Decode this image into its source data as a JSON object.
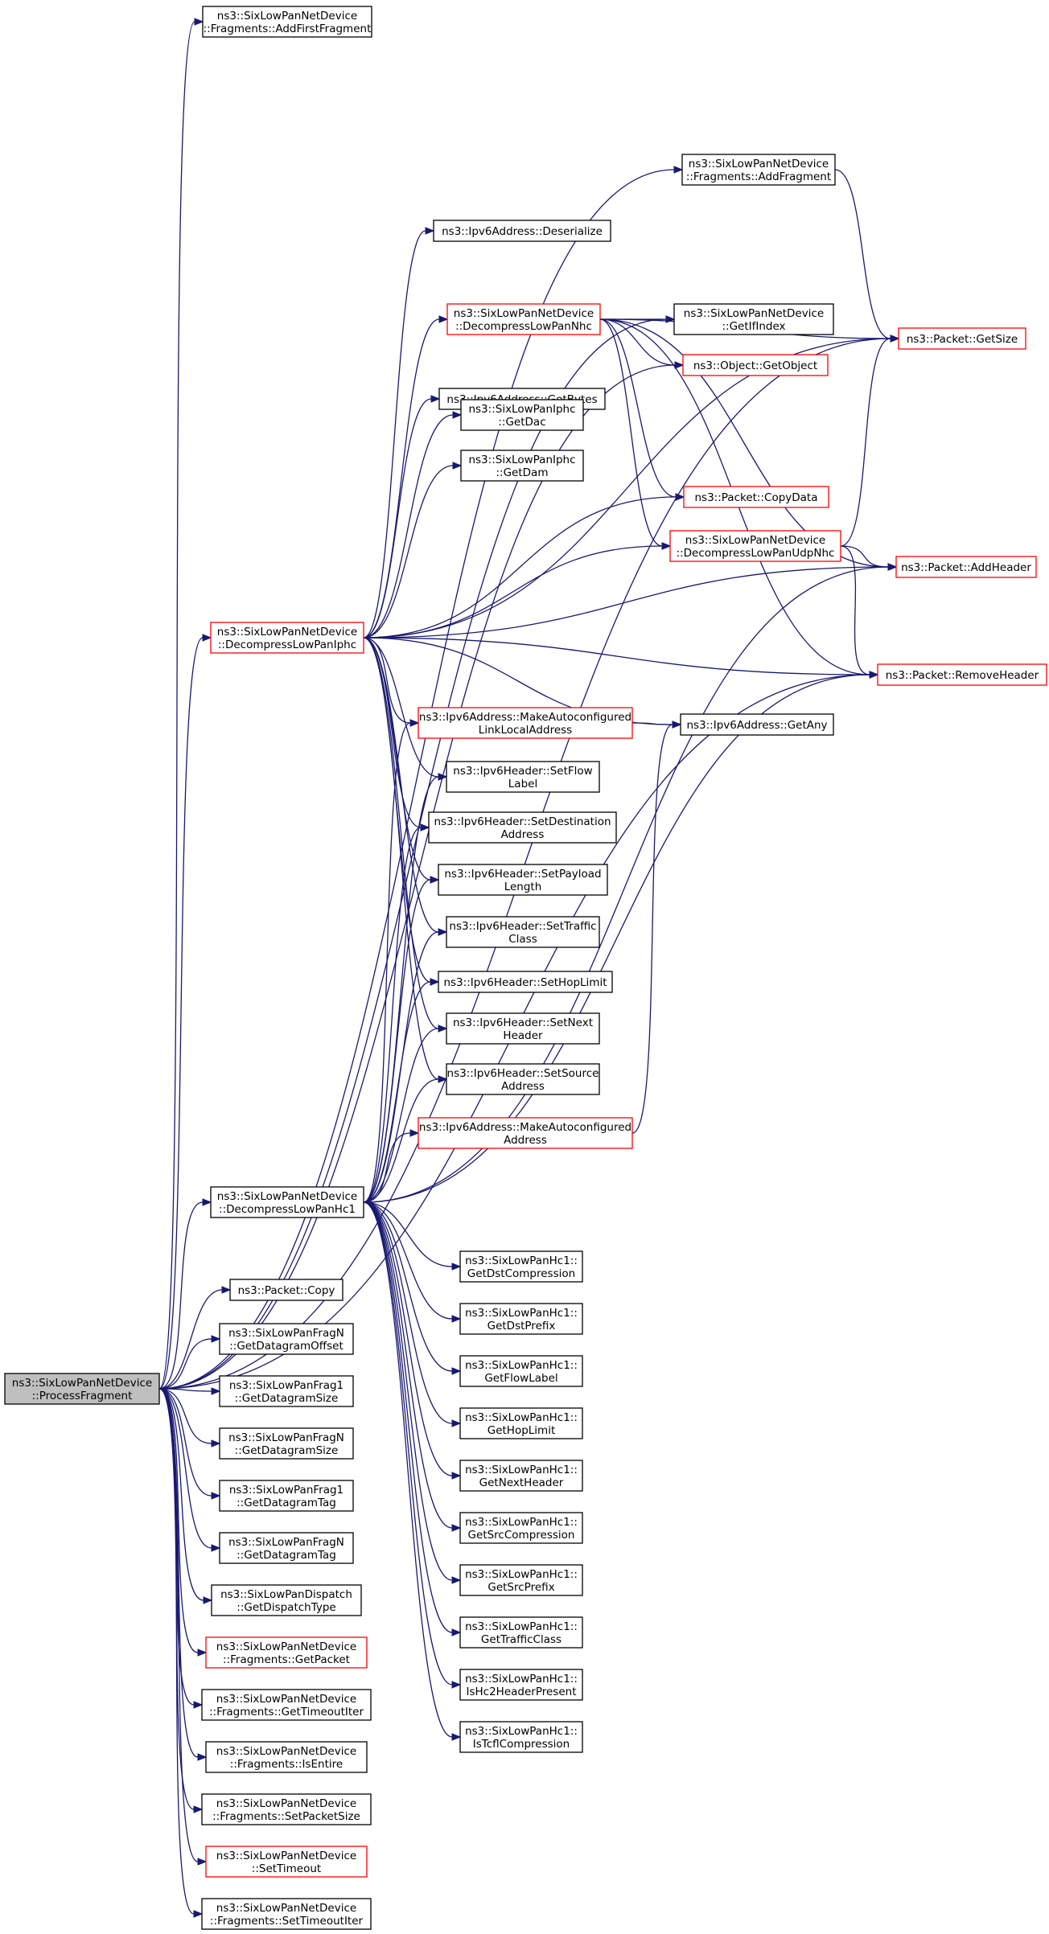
{
  "graph": {
    "title": "",
    "edge_color": "#191970",
    "node_border_default": "#000000",
    "node_border_red": "#ff0000",
    "root_fill": "#bfbfbf",
    "nodes": [
      {
        "id": "root",
        "lines": [
          "ns3::SixLowPanNetDevice",
          "::ProcessFragment"
        ],
        "style": "root"
      },
      {
        "id": "addFirstFragment",
        "lines": [
          "ns3::SixLowPanNetDevice",
          "::Fragments::AddFirstFragment"
        ],
        "style": "black"
      },
      {
        "id": "addFragment",
        "lines": [
          "ns3::SixLowPanNetDevice",
          "::Fragments::AddFragment"
        ],
        "style": "black"
      },
      {
        "id": "getSize",
        "lines": [
          "ns3::Packet::GetSize"
        ],
        "style": "red"
      },
      {
        "id": "deserialize",
        "lines": [
          "ns3::Ipv6Address::Deserialize"
        ],
        "style": "black"
      },
      {
        "id": "decompressNhc",
        "lines": [
          "ns3::SixLowPanNetDevice",
          "::DecompressLowPanNhc"
        ],
        "style": "red"
      },
      {
        "id": "getIfIndex",
        "lines": [
          "ns3::SixLowPanNetDevice",
          "::GetIfIndex"
        ],
        "style": "black"
      },
      {
        "id": "getObject",
        "lines": [
          "ns3::Object::GetObject"
        ],
        "style": "red"
      },
      {
        "id": "getBytes",
        "lines": [
          "ns3::Ipv6Address::GetBytes"
        ],
        "style": "black"
      },
      {
        "id": "getDac",
        "lines": [
          "ns3::SixLowPanIphc",
          "::GetDac"
        ],
        "style": "black"
      },
      {
        "id": "getDam",
        "lines": [
          "ns3::SixLowPanIphc",
          "::GetDam"
        ],
        "style": "black"
      },
      {
        "id": "copyData",
        "lines": [
          "ns3::Packet::CopyData"
        ],
        "style": "red"
      },
      {
        "id": "decompressUdpNhc",
        "lines": [
          "ns3::SixLowPanNetDevice",
          "::DecompressLowPanUdpNhc"
        ],
        "style": "red"
      },
      {
        "id": "addHeader",
        "lines": [
          "ns3::Packet::AddHeader"
        ],
        "style": "red"
      },
      {
        "id": "decompressIphc",
        "lines": [
          "ns3::SixLowPanNetDevice",
          "::DecompressLowPanIphc"
        ],
        "style": "red"
      },
      {
        "id": "removeHeader",
        "lines": [
          "ns3::Packet::RemoveHeader"
        ],
        "style": "red"
      },
      {
        "id": "makeAutoLinkLocal",
        "lines": [
          "ns3::Ipv6Address::MakeAutoconfigured",
          "LinkLocalAddress"
        ],
        "style": "red"
      },
      {
        "id": "getAny",
        "lines": [
          "ns3::Ipv6Address::GetAny"
        ],
        "style": "black"
      },
      {
        "id": "setFlowLabel",
        "lines": [
          "ns3::Ipv6Header::SetFlow",
          "Label"
        ],
        "style": "black"
      },
      {
        "id": "setDestination",
        "lines": [
          "ns3::Ipv6Header::SetDestination",
          "Address"
        ],
        "style": "black"
      },
      {
        "id": "setPayloadLength",
        "lines": [
          "ns3::Ipv6Header::SetPayload",
          "Length"
        ],
        "style": "black"
      },
      {
        "id": "setTrafficClass",
        "lines": [
          "ns3::Ipv6Header::SetTraffic",
          "Class"
        ],
        "style": "black"
      },
      {
        "id": "setHopLimit",
        "lines": [
          "ns3::Ipv6Header::SetHopLimit"
        ],
        "style": "black"
      },
      {
        "id": "setNextHeader",
        "lines": [
          "ns3::Ipv6Header::SetNext",
          "Header"
        ],
        "style": "black"
      },
      {
        "id": "setSource",
        "lines": [
          "ns3::Ipv6Header::SetSource",
          "Address"
        ],
        "style": "black"
      },
      {
        "id": "makeAuto",
        "lines": [
          "ns3::Ipv6Address::MakeAutoconfigured",
          "Address"
        ],
        "style": "red"
      },
      {
        "id": "decompressHc1",
        "lines": [
          "ns3::SixLowPanNetDevice",
          "::DecompressLowPanHc1"
        ],
        "style": "black"
      },
      {
        "id": "packetCopy",
        "lines": [
          "ns3::Packet::Copy"
        ],
        "style": "black"
      },
      {
        "id": "hc1GetDstCompression",
        "lines": [
          "ns3::SixLowPanHc1::",
          "GetDstCompression"
        ],
        "style": "black"
      },
      {
        "id": "fragNGetOffset",
        "lines": [
          "ns3::SixLowPanFragN",
          "::GetDatagramOffset"
        ],
        "style": "black"
      },
      {
        "id": "hc1GetDstPrefix",
        "lines": [
          "ns3::SixLowPanHc1::",
          "GetDstPrefix"
        ],
        "style": "black"
      },
      {
        "id": "frag1GetSize",
        "lines": [
          "ns3::SixLowPanFrag1",
          "::GetDatagramSize"
        ],
        "style": "black"
      },
      {
        "id": "hc1GetFlowLabel",
        "lines": [
          "ns3::SixLowPanHc1::",
          "GetFlowLabel"
        ],
        "style": "black"
      },
      {
        "id": "fragNGetSize",
        "lines": [
          "ns3::SixLowPanFragN",
          "::GetDatagramSize"
        ],
        "style": "black"
      },
      {
        "id": "hc1GetHopLimit",
        "lines": [
          "ns3::SixLowPanHc1::",
          "GetHopLimit"
        ],
        "style": "black"
      },
      {
        "id": "frag1GetTag",
        "lines": [
          "ns3::SixLowPanFrag1",
          "::GetDatagramTag"
        ],
        "style": "black"
      },
      {
        "id": "hc1GetNextHeader",
        "lines": [
          "ns3::SixLowPanHc1::",
          "GetNextHeader"
        ],
        "style": "black"
      },
      {
        "id": "fragNGetTag",
        "lines": [
          "ns3::SixLowPanFragN",
          "::GetDatagramTag"
        ],
        "style": "black"
      },
      {
        "id": "hc1GetSrcCompression",
        "lines": [
          "ns3::SixLowPanHc1::",
          "GetSrcCompression"
        ],
        "style": "black"
      },
      {
        "id": "getDispatchType",
        "lines": [
          "ns3::SixLowPanDispatch",
          "::GetDispatchType"
        ],
        "style": "black"
      },
      {
        "id": "hc1GetSrcPrefix",
        "lines": [
          "ns3::SixLowPanHc1::",
          "GetSrcPrefix"
        ],
        "style": "black"
      },
      {
        "id": "fragGetPacket",
        "lines": [
          "ns3::SixLowPanNetDevice",
          "::Fragments::GetPacket"
        ],
        "style": "red"
      },
      {
        "id": "hc1GetTrafficClass",
        "lines": [
          "ns3::SixLowPanHc1::",
          "GetTrafficClass"
        ],
        "style": "black"
      },
      {
        "id": "fragGetTimeoutIter",
        "lines": [
          "ns3::SixLowPanNetDevice",
          "::Fragments::GetTimeoutIter"
        ],
        "style": "black"
      },
      {
        "id": "hc1IsHc2",
        "lines": [
          "ns3::SixLowPanHc1::",
          "IsHc2HeaderPresent"
        ],
        "style": "black"
      },
      {
        "id": "fragIsEntire",
        "lines": [
          "ns3::SixLowPanNetDevice",
          "::Fragments::IsEntire"
        ],
        "style": "black"
      },
      {
        "id": "hc1IsTcfl",
        "lines": [
          "ns3::SixLowPanHc1::",
          "IsTcflCompression"
        ],
        "style": "black"
      },
      {
        "id": "fragSetPacketSize",
        "lines": [
          "ns3::SixLowPanNetDevice",
          "::Fragments::SetPacketSize"
        ],
        "style": "black"
      },
      {
        "id": "setTimeout",
        "lines": [
          "ns3::SixLowPanNetDevice",
          "::SetTimeout"
        ],
        "style": "red"
      },
      {
        "id": "fragSetTimeoutIter",
        "lines": [
          "ns3::SixLowPanNetDevice",
          "::Fragments::SetTimeoutIter"
        ],
        "style": "black"
      }
    ],
    "edges": [
      [
        "root",
        "addFirstFragment"
      ],
      [
        "root",
        "getSize"
      ],
      [
        "root",
        "addFragment"
      ],
      [
        "root",
        "getIfIndex"
      ],
      [
        "root",
        "getObject"
      ],
      [
        "root",
        "decompressIphc"
      ],
      [
        "root",
        "decompressHc1"
      ],
      [
        "root",
        "packetCopy"
      ],
      [
        "root",
        "fragNGetOffset"
      ],
      [
        "root",
        "frag1GetSize"
      ],
      [
        "root",
        "fragNGetSize"
      ],
      [
        "root",
        "frag1GetTag"
      ],
      [
        "root",
        "fragNGetTag"
      ],
      [
        "root",
        "getDispatchType"
      ],
      [
        "root",
        "fragGetPacket"
      ],
      [
        "root",
        "fragGetTimeoutIter"
      ],
      [
        "root",
        "fragIsEntire"
      ],
      [
        "root",
        "fragSetPacketSize"
      ],
      [
        "root",
        "setTimeout"
      ],
      [
        "root",
        "fragSetTimeoutIter"
      ],
      [
        "root",
        "removeHeader"
      ],
      [
        "addFragment",
        "getSize"
      ],
      [
        "decompressNhc",
        "getIfIndex"
      ],
      [
        "decompressNhc",
        "getObject"
      ],
      [
        "decompressNhc",
        "getSize"
      ],
      [
        "decompressNhc",
        "copyData"
      ],
      [
        "decompressNhc",
        "decompressUdpNhc"
      ],
      [
        "decompressNhc",
        "addHeader"
      ],
      [
        "decompressNhc",
        "removeHeader"
      ],
      [
        "decompressUdpNhc",
        "getSize"
      ],
      [
        "decompressUdpNhc",
        "addHeader"
      ],
      [
        "decompressUdpNhc",
        "removeHeader"
      ],
      [
        "decompressIphc",
        "deserialize"
      ],
      [
        "decompressIphc",
        "decompressNhc"
      ],
      [
        "decompressIphc",
        "getSize"
      ],
      [
        "decompressIphc",
        "getBytes"
      ],
      [
        "decompressIphc",
        "getDac"
      ],
      [
        "decompressIphc",
        "getDam"
      ],
      [
        "decompressIphc",
        "copyData"
      ],
      [
        "decompressIphc",
        "decompressUdpNhc"
      ],
      [
        "decompressIphc",
        "addHeader"
      ],
      [
        "decompressIphc",
        "removeHeader"
      ],
      [
        "decompressIphc",
        "getAny"
      ],
      [
        "decompressIphc",
        "makeAutoLinkLocal"
      ],
      [
        "decompressIphc",
        "setFlowLabel"
      ],
      [
        "decompressIphc",
        "setDestination"
      ],
      [
        "decompressIphc",
        "setPayloadLength"
      ],
      [
        "decompressIphc",
        "setTrafficClass"
      ],
      [
        "decompressIphc",
        "setHopLimit"
      ],
      [
        "decompressIphc",
        "setNextHeader"
      ],
      [
        "decompressIphc",
        "setSource"
      ],
      [
        "makeAutoLinkLocal",
        "getAny"
      ],
      [
        "makeAuto",
        "getAny"
      ],
      [
        "decompressHc1",
        "makeAutoLinkLocal"
      ],
      [
        "decompressHc1",
        "setFlowLabel"
      ],
      [
        "decompressHc1",
        "setDestination"
      ],
      [
        "decompressHc1",
        "setPayloadLength"
      ],
      [
        "decompressHc1",
        "setTrafficClass"
      ],
      [
        "decompressHc1",
        "setHopLimit"
      ],
      [
        "decompressHc1",
        "setNextHeader"
      ],
      [
        "decompressHc1",
        "setSource"
      ],
      [
        "decompressHc1",
        "makeAuto"
      ],
      [
        "decompressHc1",
        "addHeader"
      ],
      [
        "decompressHc1",
        "removeHeader"
      ],
      [
        "decompressHc1",
        "hc1GetDstCompression"
      ],
      [
        "decompressHc1",
        "hc1GetDstPrefix"
      ],
      [
        "decompressHc1",
        "hc1GetFlowLabel"
      ],
      [
        "decompressHc1",
        "hc1GetHopLimit"
      ],
      [
        "decompressHc1",
        "hc1GetNextHeader"
      ],
      [
        "decompressHc1",
        "hc1GetSrcCompression"
      ],
      [
        "decompressHc1",
        "hc1GetSrcPrefix"
      ],
      [
        "decompressHc1",
        "hc1GetTrafficClass"
      ],
      [
        "decompressHc1",
        "hc1IsHc2"
      ],
      [
        "decompressHc1",
        "hc1IsTcfl"
      ]
    ]
  }
}
